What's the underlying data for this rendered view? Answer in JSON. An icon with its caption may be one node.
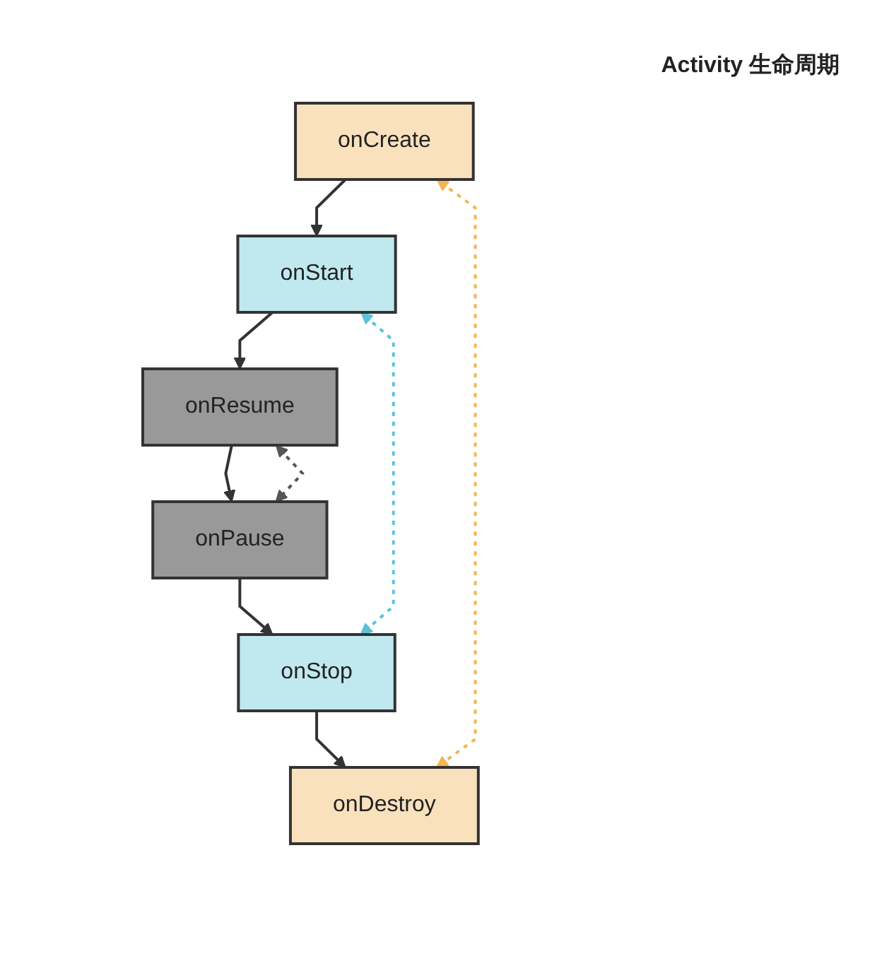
{
  "diagram": {
    "title": "Activity 生命周期",
    "nodes": [
      {
        "text": [
          "onCreate"
        ]
      },
      {
        "text": [
          "onStart"
        ]
      },
      {
        "text": [
          "onResume"
        ]
      },
      {
        "text": [
          "onPause"
        ]
      },
      {
        "text": [
          "onStop"
        ]
      },
      {
        "text": [
          "onDestroy"
        ]
      }
    ],
    "edges": [
      {
        "from": 0,
        "to": 1,
        "arrow": "to"
      },
      {
        "from": 1,
        "to": 2,
        "arrow": "to"
      },
      {
        "from": 2,
        "to": 3,
        "arrow": "to"
      },
      {
        "from": 3,
        "to": 4,
        "arrow": "to"
      },
      {
        "from": 4,
        "to": 5,
        "arrow": "to"
      },
      {
        "from": 0,
        "to": 5,
        "arrow": "both",
        "style": "dashed",
        "color": "#f5b552"
      },
      {
        "from": 1,
        "to": 4,
        "arrow": "both",
        "style": "dashed",
        "color": "#5bc3d8"
      },
      {
        "from": 2,
        "to": 3,
        "arrow": "both",
        "style": "dashed",
        "color": "#555555"
      }
    ]
  }
}
